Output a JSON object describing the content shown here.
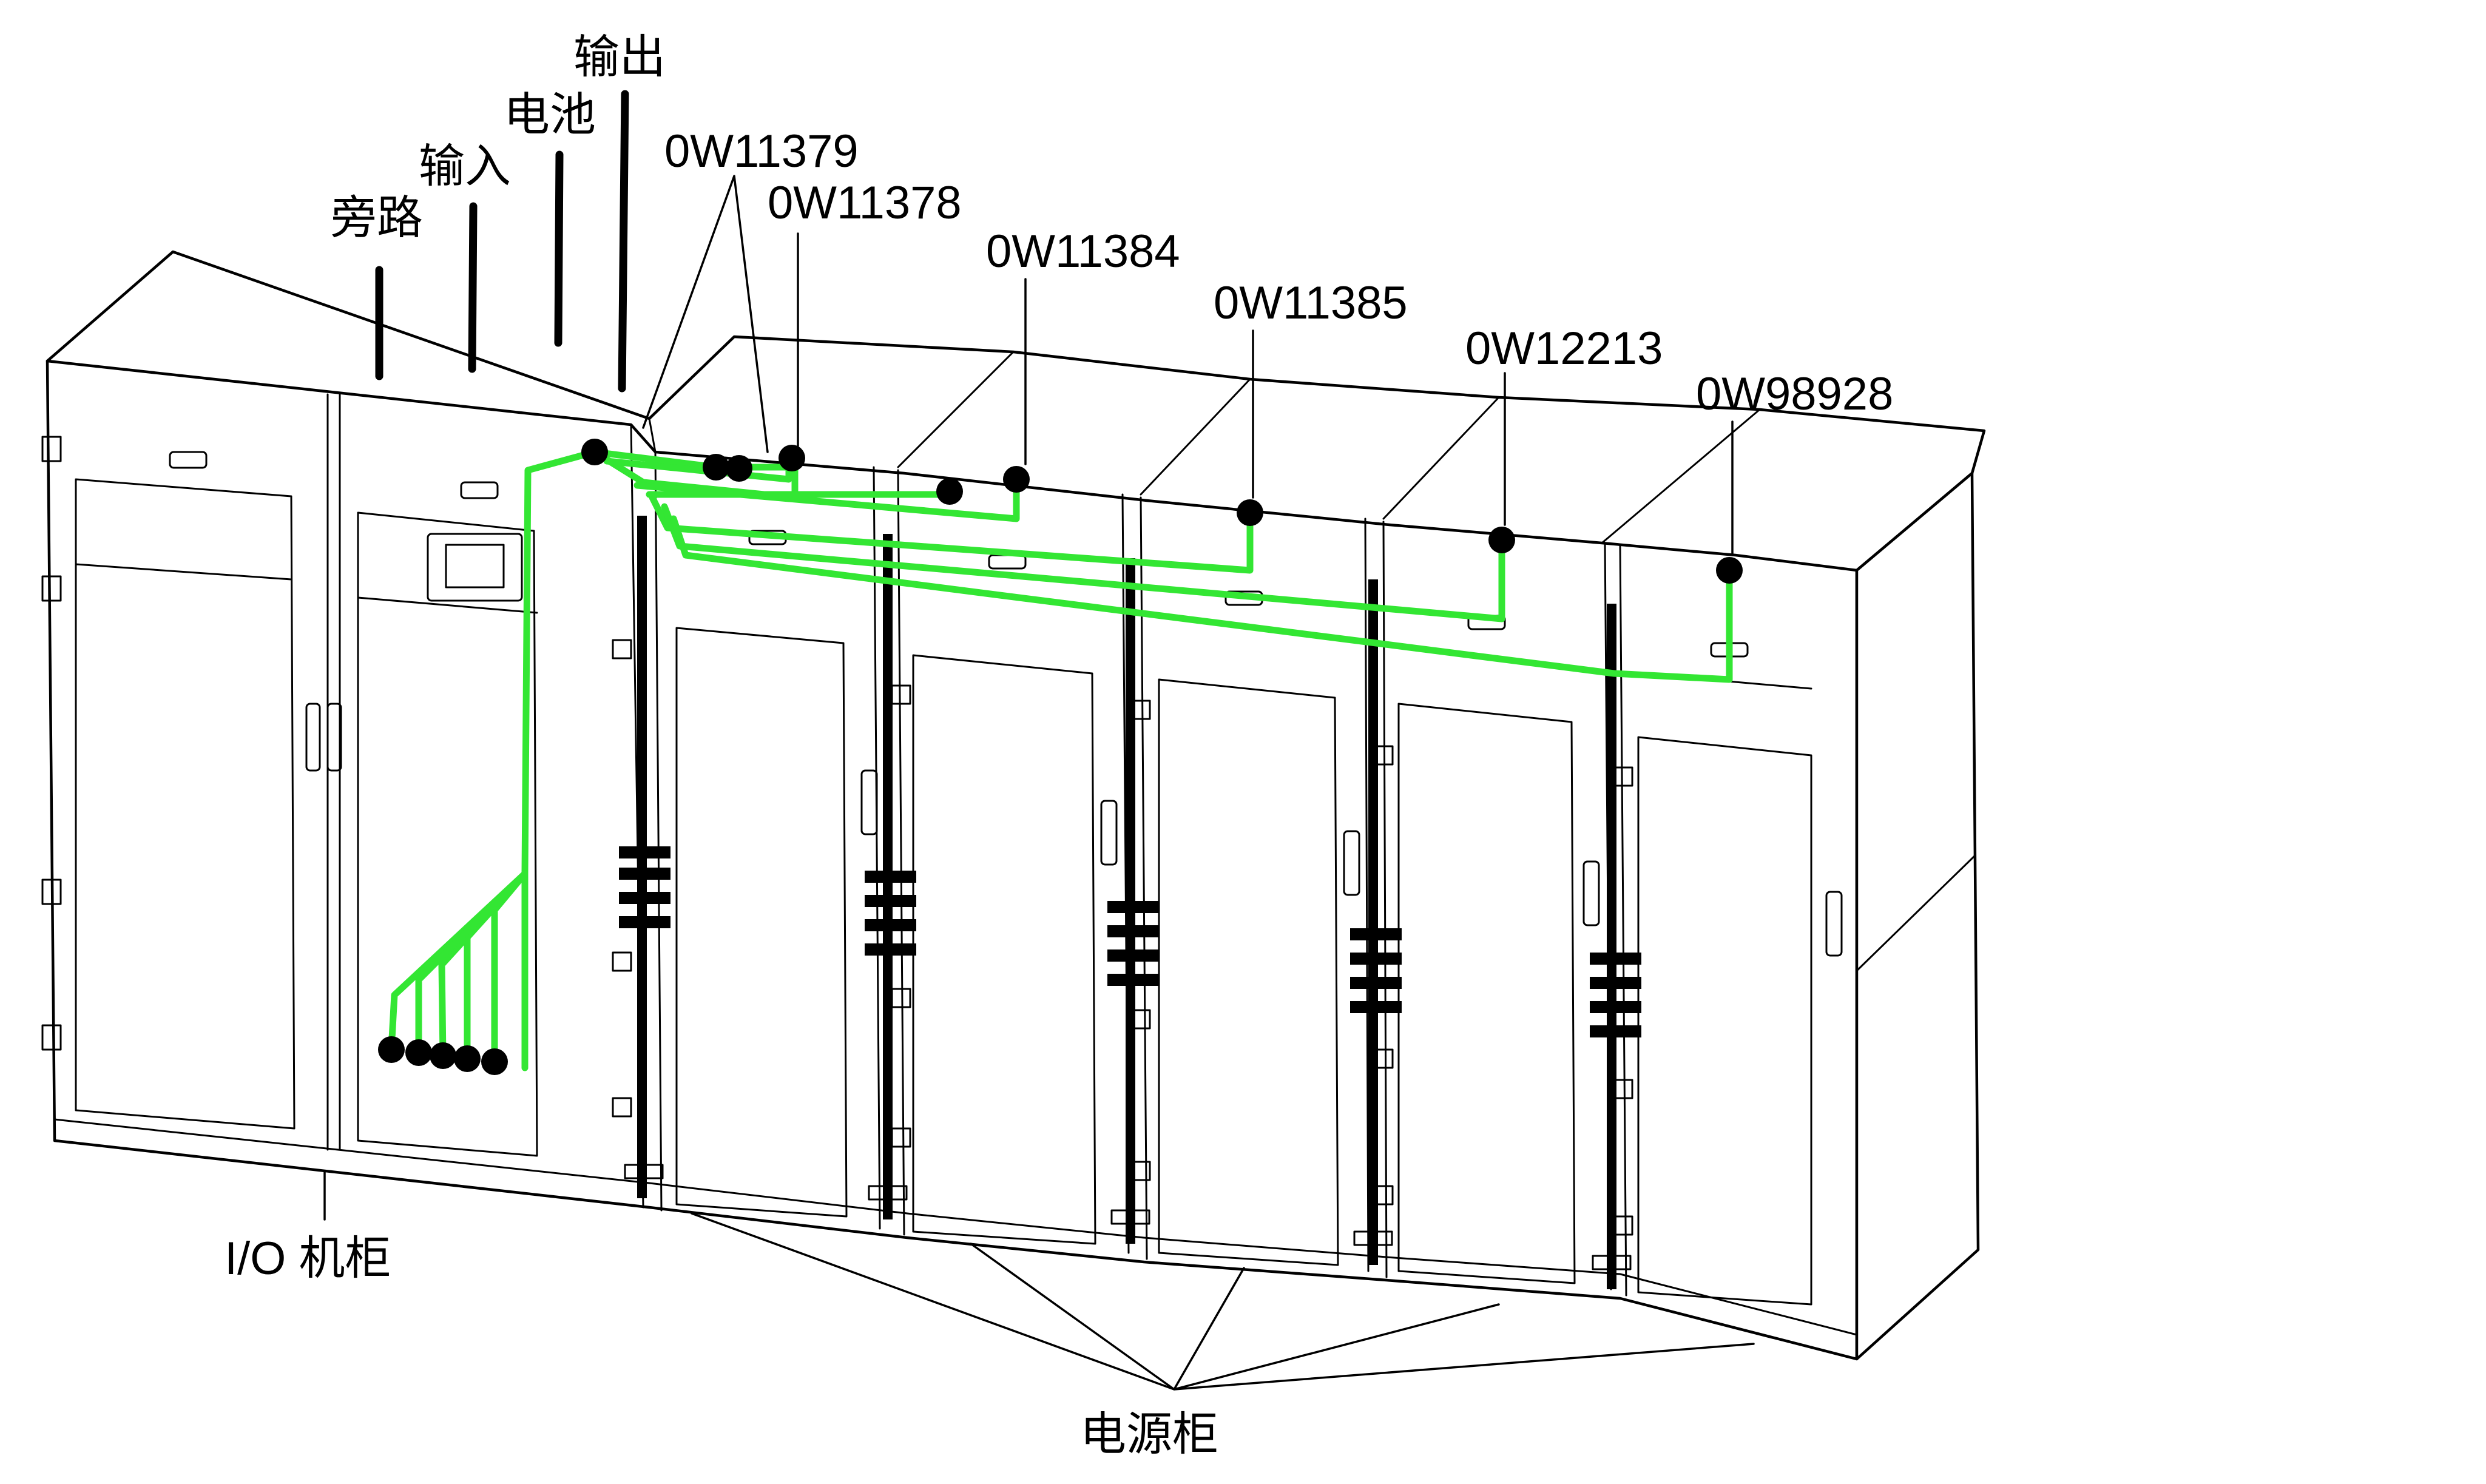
{
  "diagram": {
    "top_conductor_labels": [
      {
        "key": "bypass",
        "text": "旁路"
      },
      {
        "key": "input",
        "text": "输入"
      },
      {
        "key": "battery",
        "text": "电池"
      },
      {
        "key": "output",
        "text": "输出"
      }
    ],
    "cable_labels": [
      {
        "key": "w11379",
        "text": "0W11379"
      },
      {
        "key": "w11378",
        "text": "0W11378"
      },
      {
        "key": "w11384",
        "text": "0W11384"
      },
      {
        "key": "w11385",
        "text": "0W11385"
      },
      {
        "key": "w12213",
        "text": "0W12213"
      },
      {
        "key": "w98928",
        "text": "0W98928"
      }
    ],
    "cabinet_labels": {
      "io_cabinet": "I/O 机柜",
      "power_cabinets": "电源柜"
    },
    "colors": {
      "cable": "#33e633",
      "outline": "#000000",
      "background": "#ffffff"
    }
  }
}
